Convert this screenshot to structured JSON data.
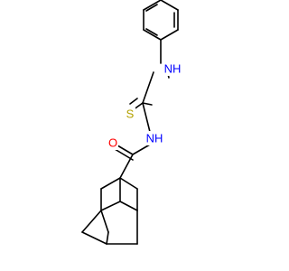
{
  "molecule": {
    "atoms": {
      "sulfur": "S",
      "oxygen": "O",
      "nitrogen_amide": "NH",
      "nitrogen_aniline": "NH"
    },
    "colors": {
      "bond": "#000000",
      "sulfur": "#b3a100",
      "oxygen": "#ff0000",
      "nitrogen": "#0000ff"
    }
  }
}
